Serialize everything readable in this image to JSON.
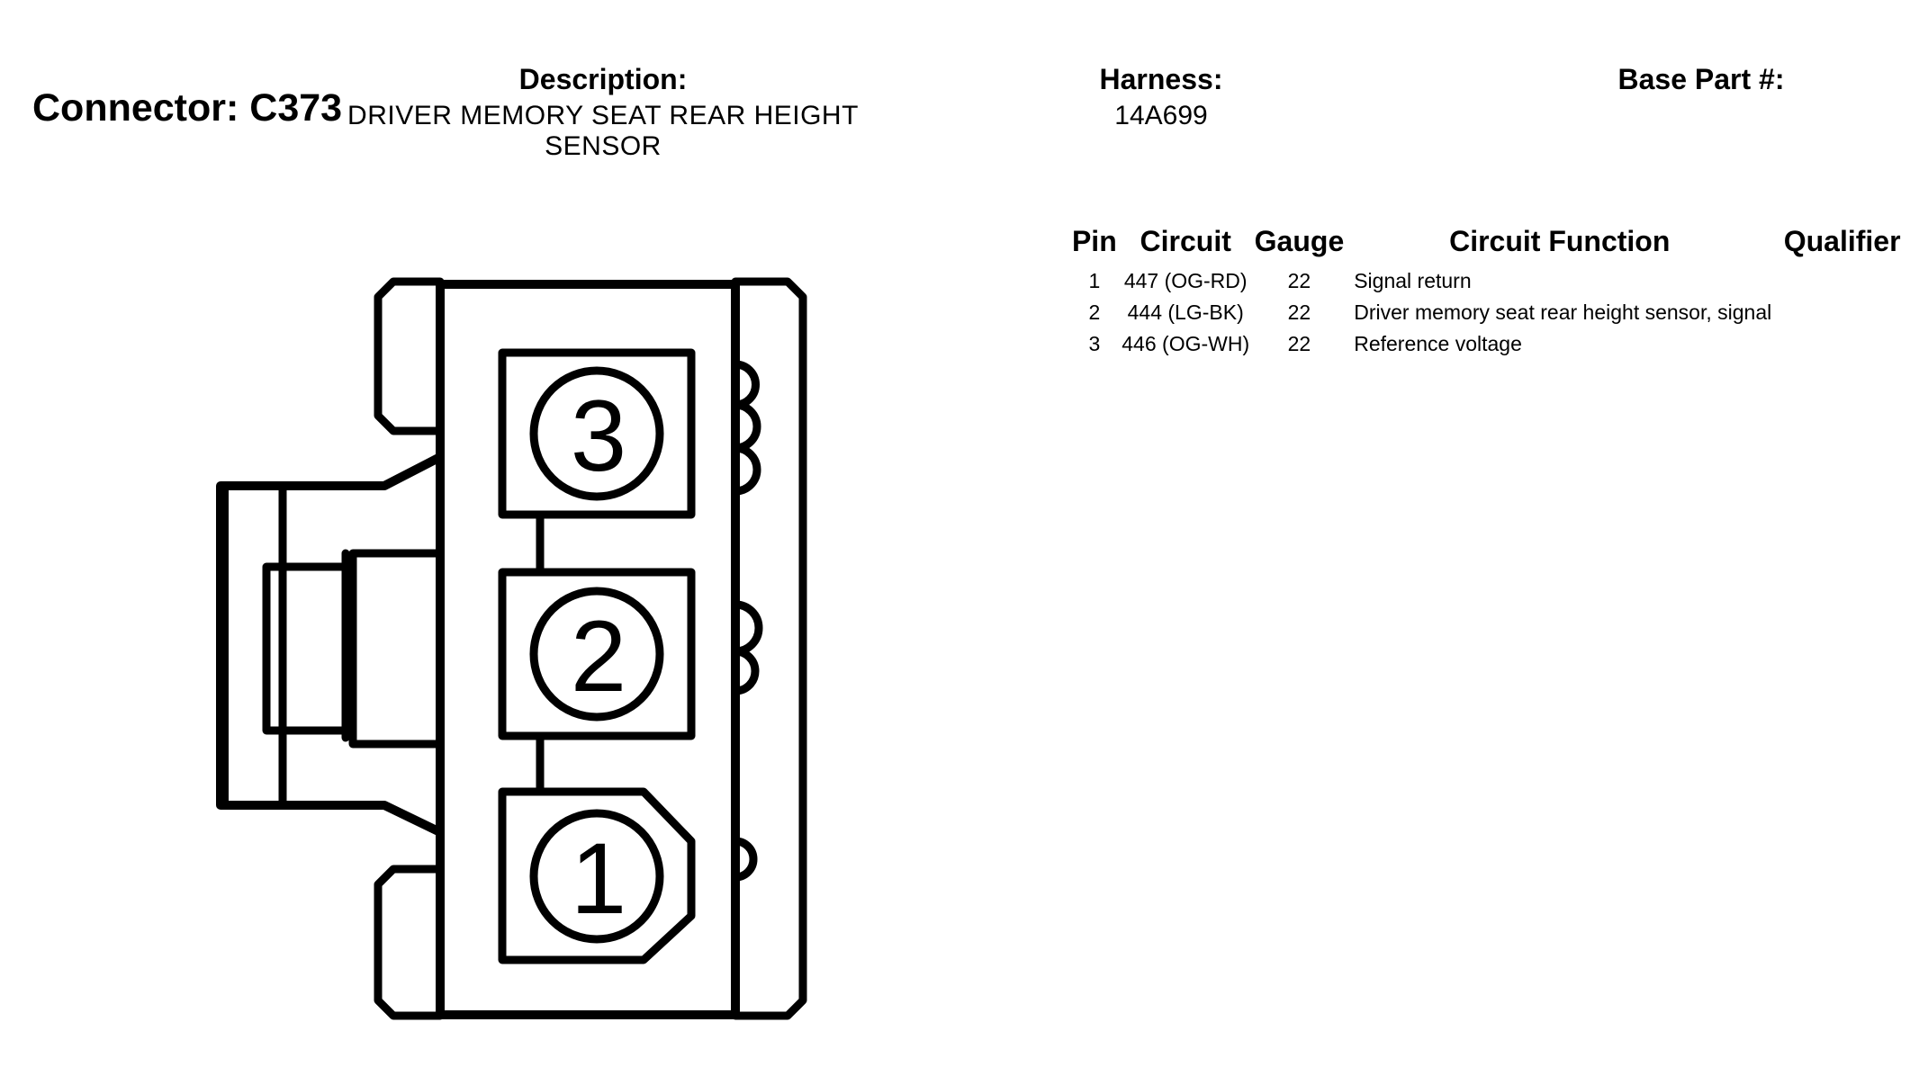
{
  "connector": {
    "label": "Connector:",
    "id": "C373"
  },
  "description": {
    "label": "Description:",
    "line1": "DRIVER MEMORY SEAT REAR HEIGHT",
    "line2": "SENSOR"
  },
  "harness": {
    "label": "Harness:",
    "value": "14A699"
  },
  "base_part": {
    "label": "Base Part #:",
    "value": ""
  },
  "table": {
    "headers": {
      "pin": "Pin",
      "circuit": "Circuit",
      "gauge": "Gauge",
      "function": "Circuit Function",
      "qualifier": "Qualifier"
    },
    "rows": [
      {
        "pin": "1",
        "circuit": "447 (OG-RD)",
        "gauge": "22",
        "function": "Signal return",
        "qualifier": ""
      },
      {
        "pin": "2",
        "circuit": "444 (LG-BK)",
        "gauge": "22",
        "function": "Driver memory seat rear height sensor, signal",
        "qualifier": ""
      },
      {
        "pin": "3",
        "circuit": "446 (OG-WH)",
        "gauge": "22",
        "function": "Reference voltage",
        "qualifier": ""
      }
    ]
  },
  "diagram": {
    "pin_labels": [
      "3",
      "2",
      "1"
    ]
  }
}
